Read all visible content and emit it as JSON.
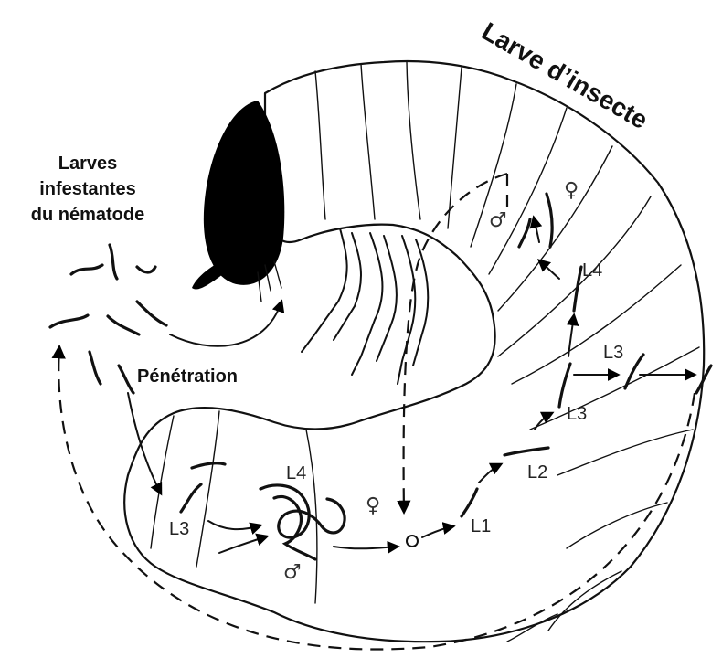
{
  "labels": {
    "title": "Larve d’insecte",
    "infective": [
      "Larves",
      "infestantes",
      "du nématode"
    ],
    "penetration": "Pénétration",
    "stages": {
      "L3_left": "L3",
      "L4_left": "L4",
      "L1": "L1",
      "L2": "L2",
      "L3_right": "L3",
      "L3_far": "L3",
      "L4_right": "L4"
    },
    "female_left": "♀",
    "male_left": "♂",
    "female_right": "♀",
    "male_right": "♂"
  },
  "colors": {
    "ink": "#111111",
    "background": "#ffffff"
  }
}
